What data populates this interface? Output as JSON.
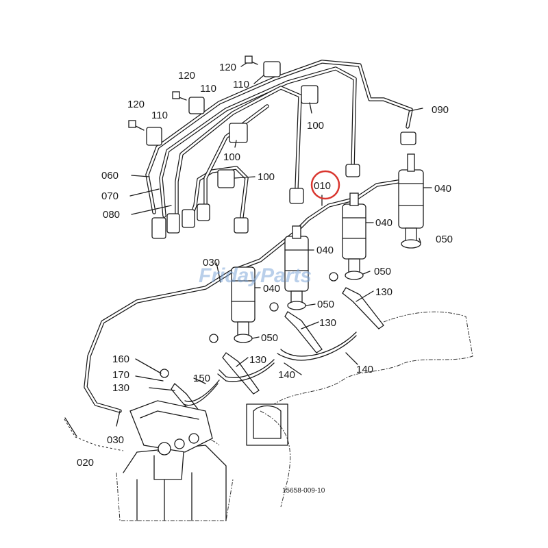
{
  "diagram": {
    "part_labels": {
      "p010": "010",
      "p020": "020",
      "p030a": "030",
      "p030b": "030",
      "p040a": "040",
      "p040b": "040",
      "p040c": "040",
      "p040d": "040",
      "p050a": "050",
      "p050b": "050",
      "p050c": "050",
      "p050d": "050",
      "p060": "060",
      "p070": "070",
      "p080": "080",
      "p090": "090",
      "p100a": "100",
      "p100b": "100",
      "p100c": "100",
      "p110a": "110",
      "p110b": "110",
      "p110c": "110",
      "p120a": "120",
      "p120b": "120",
      "p120c": "120",
      "p130a": "130",
      "p130b": "130",
      "p130c": "130",
      "p130d": "130",
      "p140a": "140",
      "p140b": "140",
      "p150": "150",
      "p160": "160",
      "p170": "170"
    },
    "drawing_code": "15658-009-10",
    "watermark": "FridayParts",
    "highlighted_part": "010",
    "highlight_color": "#d9362f",
    "line_color": "#1a1a1a",
    "watermark_color": "#7fa7d9"
  }
}
